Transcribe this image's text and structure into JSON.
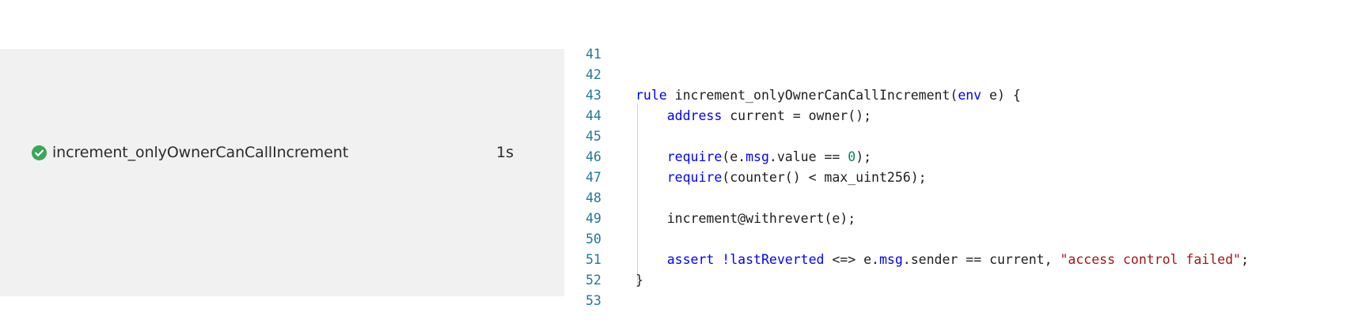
{
  "rules_panel": {
    "rule": {
      "status_icon": "check-circle-icon",
      "status_color": "#3aa757",
      "name": "increment_onlyOwnerCanCallIncrement",
      "time": "1s"
    }
  },
  "code_view": {
    "colors": {
      "line_number": "#237893",
      "keyword": "#0000ff",
      "number": "#098658",
      "string": "#a31515",
      "text": "#1e1e1e"
    },
    "lines": [
      {
        "num": "41",
        "tokens": []
      },
      {
        "num": "42",
        "tokens": []
      },
      {
        "num": "43",
        "tokens": [
          {
            "t": "rule",
            "c": "kw"
          },
          {
            "t": " increment_onlyOwnerCanCallIncrement("
          },
          {
            "t": "env",
            "c": "kw"
          },
          {
            "t": " e) {"
          }
        ]
      },
      {
        "num": "44",
        "tokens": [
          {
            "t": "    "
          },
          {
            "t": "address",
            "c": "kw"
          },
          {
            "t": " current = owner();"
          }
        ]
      },
      {
        "num": "45",
        "tokens": []
      },
      {
        "num": "46",
        "tokens": [
          {
            "t": "    "
          },
          {
            "t": "require",
            "c": "kw"
          },
          {
            "t": "(e."
          },
          {
            "t": "msg",
            "c": "kw"
          },
          {
            "t": ".value == "
          },
          {
            "t": "0",
            "c": "num"
          },
          {
            "t": ");"
          }
        ]
      },
      {
        "num": "47",
        "tokens": [
          {
            "t": "    "
          },
          {
            "t": "require",
            "c": "kw"
          },
          {
            "t": "(counter() < max_uint256);"
          }
        ]
      },
      {
        "num": "48",
        "tokens": []
      },
      {
        "num": "49",
        "tokens": [
          {
            "t": "    increment@withrevert(e);"
          }
        ]
      },
      {
        "num": "50",
        "tokens": []
      },
      {
        "num": "51",
        "tokens": [
          {
            "t": "    "
          },
          {
            "t": "assert",
            "c": "kw"
          },
          {
            "t": " "
          },
          {
            "t": "!lastReverted",
            "c": "kw"
          },
          {
            "t": " <=> e."
          },
          {
            "t": "msg",
            "c": "kw"
          },
          {
            "t": ".sender == current, "
          },
          {
            "t": "\"access control failed\"",
            "c": "str"
          },
          {
            "t": ";"
          }
        ]
      },
      {
        "num": "52",
        "tokens": [
          {
            "t": "}"
          }
        ]
      },
      {
        "num": "53",
        "tokens": []
      }
    ]
  }
}
